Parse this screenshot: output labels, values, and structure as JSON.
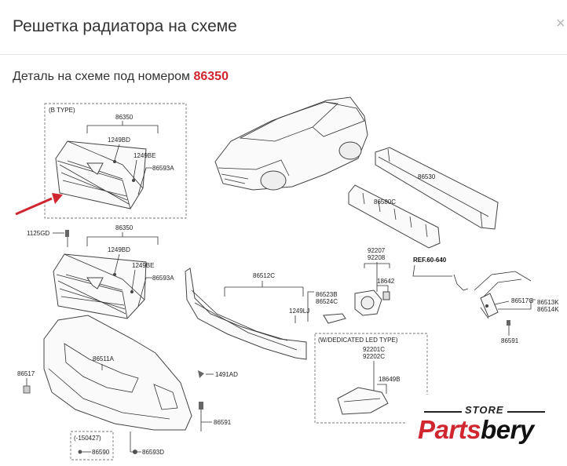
{
  "modal": {
    "title": "Решетка радиатора на схеме",
    "close_label": "×"
  },
  "subtitle": {
    "prefix": "Деталь на схеме под номером",
    "part_number": "86350"
  },
  "diagram": {
    "labels": {
      "b_type": "(B TYPE)",
      "p86350_a": "86350",
      "p1249bd_a": "1249BD",
      "p1249be_a": "1249BE",
      "p86593a_a": "86593A",
      "p1125gd": "1125GD",
      "p86350_b": "86350",
      "p1249bd_b": "1249BD",
      "p1249be_b": "1249BE",
      "p86593a_b": "86593A",
      "p86530": "86530",
      "p86580c": "86580C",
      "p92207": "92207",
      "p92208": "92208",
      "p18642": "18642",
      "ref": "REF.60-640",
      "p86512c": "86512C",
      "p86523b": "86523B",
      "p86524c": "86524C",
      "p1249lj": "1249LJ",
      "p86517g": "86517G",
      "p86513k": "86513K",
      "p86514k": "86514K",
      "p86591_r": "86591",
      "led_type": "(W/DEDICATED LED TYPE)",
      "p92201c": "92201C",
      "p92202c": "92202C",
      "p18649b": "18649B",
      "p86511a": "86511A",
      "p86517": "86517",
      "p1491ad": "1491AD",
      "p86591_b": "86591",
      "date_range": "(-150427)",
      "p86590": "86590",
      "p86593d": "86593D"
    },
    "colors": {
      "arrow": "#d0262f"
    }
  },
  "logo": {
    "store": "STORE",
    "name_part1": "Parts",
    "name_part2": "bery"
  }
}
